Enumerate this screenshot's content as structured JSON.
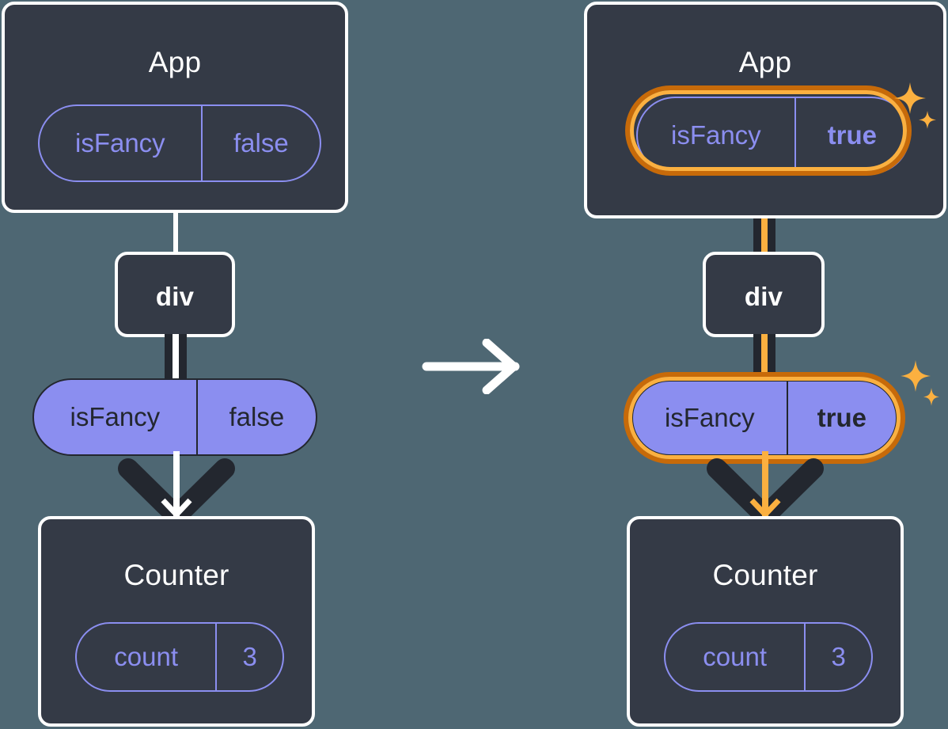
{
  "meta": {
    "background_color": "#4e6773",
    "box_fill": "#343a46",
    "box_border": "#ffffff",
    "pill_purple": "#8b8ef0",
    "pill_text_dark": "#23272f",
    "highlight_outer": "#c76a09",
    "highlight_inner": "#fbb040",
    "connector_dark": "#23272f",
    "connector_light": "#ffffff"
  },
  "transition": {
    "icon": "arrow-right-icon"
  },
  "before": {
    "app": {
      "title": "App",
      "state": {
        "key": "isFancy",
        "value": "false",
        "bold": false
      }
    },
    "div": {
      "title": "div"
    },
    "prop": {
      "key": "isFancy",
      "value": "false",
      "bold": false
    },
    "counter": {
      "title": "Counter",
      "state": {
        "key": "count",
        "value": "3",
        "bold": false
      }
    }
  },
  "after": {
    "app": {
      "title": "App",
      "state": {
        "key": "isFancy",
        "value": "true",
        "bold": true
      },
      "highlighted": true,
      "sparkle_icon": "sparkles-icon"
    },
    "div": {
      "title": "div"
    },
    "prop": {
      "key": "isFancy",
      "value": "true",
      "bold": true,
      "highlighted": true,
      "sparkle_icon": "sparkles-icon"
    },
    "counter": {
      "title": "Counter",
      "state": {
        "key": "count",
        "value": "3",
        "bold": false
      }
    }
  }
}
